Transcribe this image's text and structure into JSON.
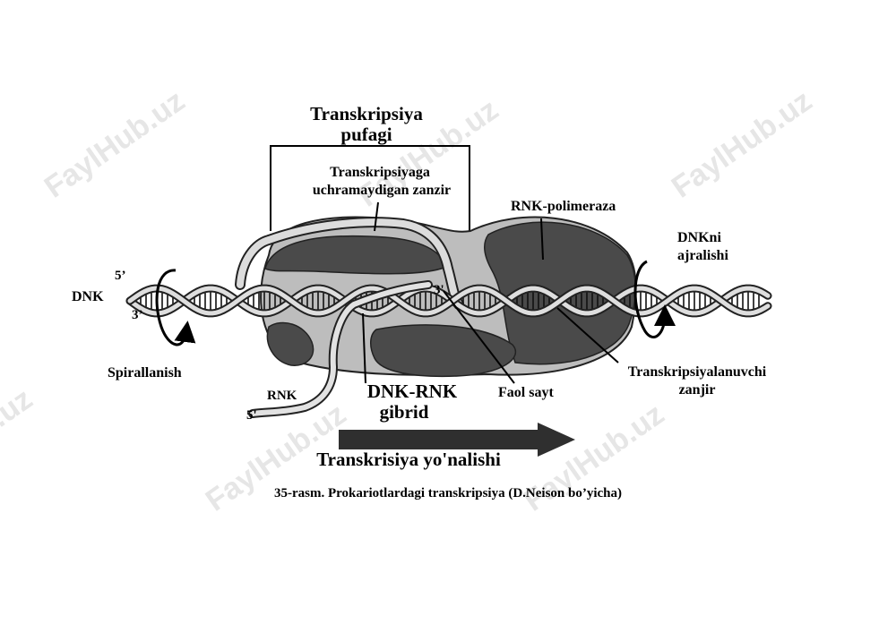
{
  "watermark": "FaylHub.uz",
  "labels": {
    "bubble_title_1": "Transkripsiya",
    "bubble_title_2": "pufagi",
    "nontemplate_1": "Transkripsiyaga",
    "nontemplate_2": "uchramaydigan zanzir",
    "polymerase": "RNK-polimeraza",
    "unwinding_1": "DNKni",
    "unwinding_2": "ajralishi",
    "five_prime_top": "5’",
    "dna": "DNK",
    "three_prime_left": "3’",
    "three_prime_center": "3'",
    "spiral": "Spirallanish",
    "rna": "RNK",
    "five_prime_rna": "5'",
    "hybrid_1": "DNK-RNK",
    "hybrid_2": "gibrid",
    "active_site": "Faol sayt",
    "template_1": "Transkripsiyalanuvchi",
    "template_2": "zanjir",
    "direction": "Transkrisiya yo'nalishi"
  },
  "caption": "35-rasm. Prokariotlardagi transkripsiya (D.Neison bo’yicha)"
}
